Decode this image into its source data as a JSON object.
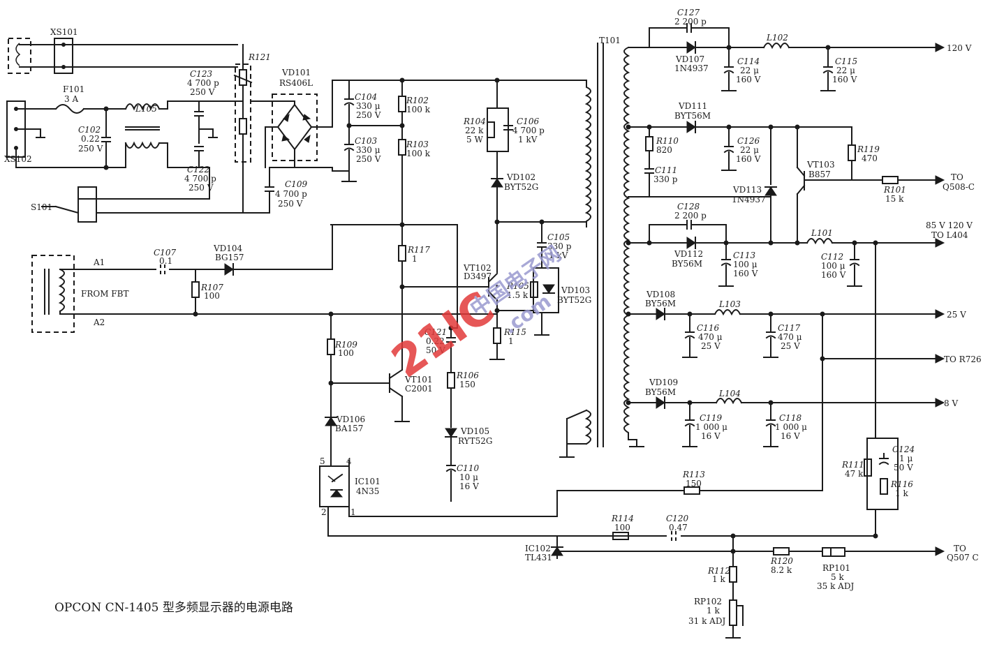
{
  "caption": "OPCON CN-1405 型多频显示器的电源电路",
  "watermark": {
    "brand": "21IC",
    "domain": "中国电子网",
    "sub": ".com",
    "color": "#e23a3a",
    "color2": "#9a9ad0"
  },
  "connectors": {
    "xs101": "XS101",
    "xs102": "XS102",
    "s101": "S101",
    "fuse": "F101",
    "fuse_val": "3 A",
    "a1": "A1",
    "a2": "A2",
    "fbt": "FROM FBT",
    "t101": "T101"
  },
  "parts": {
    "l105": "L105",
    "c102": "C102",
    "c102_v": "0.22",
    "c102_r": "250 V",
    "c123": "C123",
    "c123_v": "4 700 p",
    "c123_r": "250 V",
    "c122": "C122",
    "c122_v": "4 700 p",
    "c122_r": "250 V",
    "r121": "R121",
    "vd101": "VD101",
    "vd101_t": "RS406L",
    "c109": "C109",
    "c109_v": "4 700 p",
    "c109_r": "250 V",
    "c104": "C104",
    "c104_v": "330 μ",
    "c104_r": "250 V",
    "c103": "C103",
    "c103_v": "330 μ",
    "c103_r": "250 V",
    "r102": "R102",
    "r102_v": "100 k",
    "r103": "R103",
    "r103_v": "100 k",
    "r104": "R104",
    "r104_v": "22 k",
    "r104_w": "5 W",
    "c106": "C106",
    "c106_v": "4 700 p",
    "c106_r": "1 kV",
    "vd102": "VD102",
    "vd102_t": "BYT52G",
    "c105": "C105",
    "c105_v": "330 p",
    "c105_r": "1 kV",
    "vd103": "VD103",
    "vd103_t": "BYT52G",
    "r105": "R105",
    "r105_v": "1.5 k",
    "r115": "R115",
    "r115_v": "1",
    "vt102": "VT102",
    "vt102_t": "D3497",
    "r117": "R117",
    "r117_v": "1",
    "c107": "C107",
    "c107_v": "0.1",
    "vd104": "VD104",
    "vd104_t": "BG157",
    "r107": "R107",
    "r107_v": "100",
    "c121": "C121",
    "c121_v": "0.22",
    "c121_r": "50 V",
    "r106": "R106",
    "r106_v": "150",
    "r109": "R109",
    "r109_v": "100",
    "vt101": "VT101",
    "vt101_t": "C2001",
    "vd106": "VD106",
    "vd106_t": "BA157",
    "vd105": "VD105",
    "vd105_t": "RYT52G",
    "c110": "C110",
    "c110_v": "10 μ",
    "c110_r": "16 V",
    "ic101": "IC101",
    "ic101_t": "4N35",
    "pin5": "5",
    "pin4": "4",
    "pin2": "2",
    "pin1": "1",
    "c127": "C127",
    "c127_v": "2 200 p",
    "vd107": "VD107",
    "vd107_t": "1N4937",
    "c114": "C114",
    "c114_v": "22 μ",
    "c114_r": "160 V",
    "l102": "L102",
    "c115": "C115",
    "c115_v": "22 μ",
    "c115_r": "160 V",
    "vd111": "VD111",
    "vd111_t": "BYT56M",
    "r110": "R110",
    "r110_v": "820",
    "c111": "C111",
    "c111_v": "330 p",
    "c126": "C126",
    "c126_v": "22 μ",
    "c126_r": "160 V",
    "r119": "R119",
    "r119_v": "470",
    "vt103": "VT103",
    "vt103_t": "B857",
    "vd113": "VD113",
    "vd113_t": "1N4937",
    "r101": "R101",
    "r101_v": "15 k",
    "c128": "C128",
    "c128_v": "2 200 p",
    "vd112": "VD112",
    "vd112_t": "BY56M",
    "c113": "C113",
    "c113_v": "100 μ",
    "c113_r": "160 V",
    "l101": "L101",
    "c112": "C112",
    "c112_v": "100 μ",
    "c112_r": "160 V",
    "vd108": "VD108",
    "vd108_t": "BY56M",
    "l103": "L103",
    "c116": "C116",
    "c116_v": "470 μ",
    "c116_r": "25 V",
    "c117": "C117",
    "c117_v": "470 μ",
    "c117_r": "25 V",
    "vd109": "VD109",
    "vd109_t": "BY56M",
    "l104": "L104",
    "c119": "C119",
    "c119_v": "1 000 μ",
    "c119_r": "16 V",
    "c118": "C118",
    "c118_v": "1 000 μ",
    "c118_r": "16 V",
    "c124": "C124",
    "c124_v": "1 μ",
    "c124_r": "50 V",
    "r111": "R111",
    "r111_v": "47 k",
    "r116": "R116",
    "r116_v": "1 k",
    "r113": "R113",
    "r113_v": "150",
    "r114": "R114",
    "r114_v": "100",
    "c120": "C120",
    "c120_v": "0.47",
    "ic102": "IC102",
    "ic102_t": "TL431",
    "r112": "R112",
    "r112_v": "1 k",
    "r120": "R120",
    "r120_v": "8.2 k",
    "rp101": "RP101",
    "rp101_v": "5 k",
    "rp101_t": "35 k ADJ",
    "rp102": "RP102",
    "rp102_v": "1 k",
    "rp102_t": "31 k ADJ"
  },
  "outputs": {
    "o120": "120 V",
    "to_q508": "TO",
    "to_q508b": "Q508-C",
    "o85": "85 V  120 V",
    "to_l404": "TO  L404",
    "o25": "25 V",
    "to_r726": "TO R726",
    "o8": "8 V",
    "to_q507": "TO",
    "to_q507b": "Q507 C"
  }
}
